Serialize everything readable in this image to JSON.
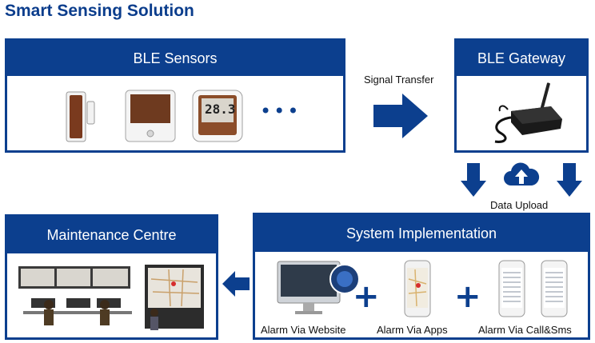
{
  "title": "Smart Sensing Solution",
  "panels": {
    "ble_sensors": {
      "label": "BLE Sensors"
    },
    "ble_gateway": {
      "label": "BLE Gateway"
    },
    "maintenance": {
      "label": "Maintenance Centre"
    },
    "system": {
      "label": "System Implementation"
    }
  },
  "arrows": {
    "signal_transfer": "Signal Transfer",
    "data_upload": "Data Upload"
  },
  "sensors": {
    "thermometer_display": "28.3",
    "more_indicator": "•••"
  },
  "system_items": [
    {
      "label": "Alarm Via Website",
      "icon": "desktop-monitor-icon"
    },
    {
      "label": "Alarm Via Apps",
      "icon": "smartphone-map-icon"
    },
    {
      "label": "Alarm Via Call&Sms",
      "icon": "smartphone-list-icon"
    }
  ],
  "colors": {
    "brand_blue": "#0c3f8e",
    "title_blue": "#0b3d8c",
    "gateway_black": "#1a1a1a",
    "sensor_brown": "#7a3a1e"
  }
}
